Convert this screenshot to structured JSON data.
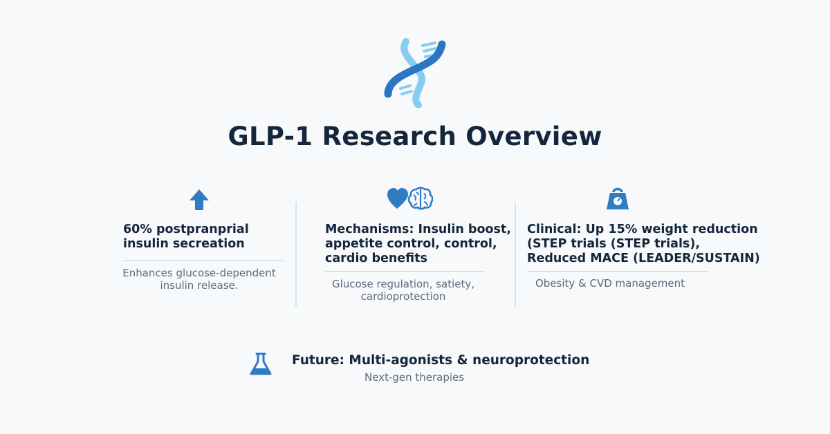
{
  "header": {
    "title": "GLP-1 Research Overview",
    "logo_icon": "dna-icon"
  },
  "columns": [
    {
      "icon": "arrow-up-icon",
      "heading_lines": [
        "60% postpranprial",
        "insulin secreation"
      ],
      "desc_lines": [
        "Enhances glucose-dependent",
        "insulin release."
      ]
    },
    {
      "icon": "heart-brain-icon",
      "heading_lines": [
        "Mechanisms: Insulin boost,",
        "appetite control, control,",
        "cardio benefits"
      ],
      "desc_lines": [
        "Glucose regulation, satiety,",
        "cardioprotection"
      ]
    },
    {
      "icon": "weight-scale-icon",
      "heading_lines": [
        "Clinical: Up 15% weight reduction",
        "(STEP trials (STEP trials),",
        "Reduced MACE (LEADER/SUSTAIN)"
      ],
      "desc_lines": [
        "Obesity & CVD management"
      ]
    }
  ],
  "future": {
    "icon": "flask-icon",
    "title": "Future: Multi-agonists & neuroprotection",
    "subtitle": "Next-gen therapies"
  },
  "colors": {
    "background": "#f7f9fb",
    "title": "#14263b",
    "accent_blue": "#2f7cc2",
    "light_blue": "#7dc6ea",
    "divider": "#cde7f2",
    "muted_text": "#5d6a78"
  }
}
